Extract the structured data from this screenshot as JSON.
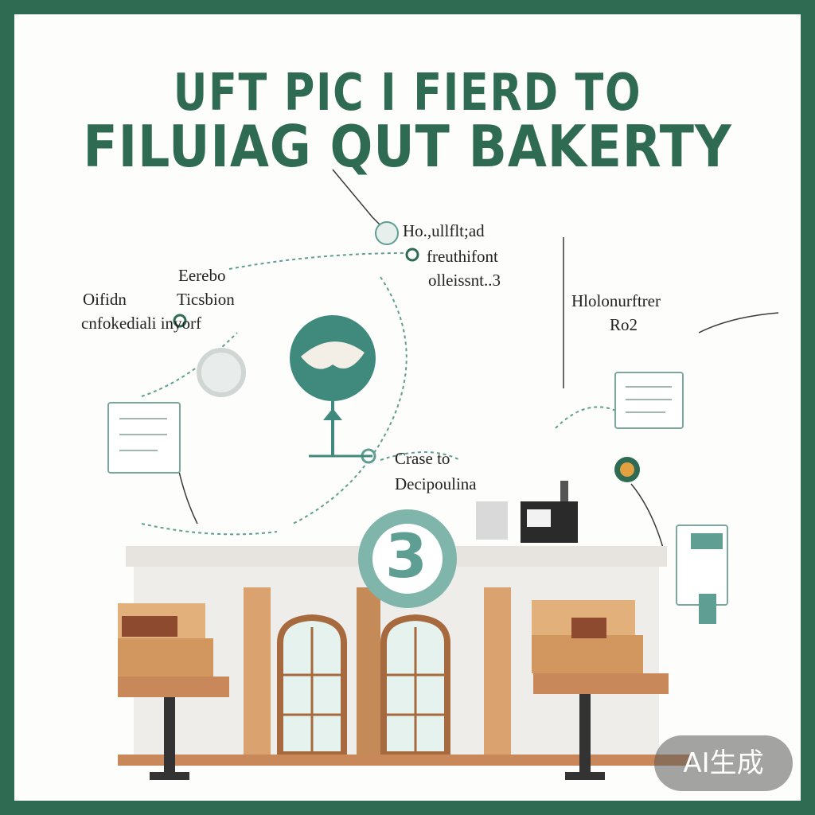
{
  "title": {
    "line1": "UFT PIC I FIERD TO",
    "line2": "FILUIAG QUT  BAKERTY"
  },
  "labels": {
    "top_center_1": "Ho.,ullflt;ad",
    "top_center_2": "freuthifont",
    "top_center_3": "olleissnt..3",
    "left_upper": "Eerebo",
    "left_mid_a": "Oifidn",
    "left_mid_b": "Ticsbion",
    "left_lower": "cnfokediali  inyorf",
    "right_upper": "Hlolonurftrer",
    "right_number": "Ro2",
    "center_1": "Crase to",
    "center_2": "Decipoulina"
  },
  "step_number": "3",
  "watermark": "AI生成",
  "colors": {
    "frame": "#2f6b52",
    "title": "#2f6b52",
    "teal": "#5f9e92",
    "wood": "#c8885a",
    "background": "#fdfdfb"
  }
}
